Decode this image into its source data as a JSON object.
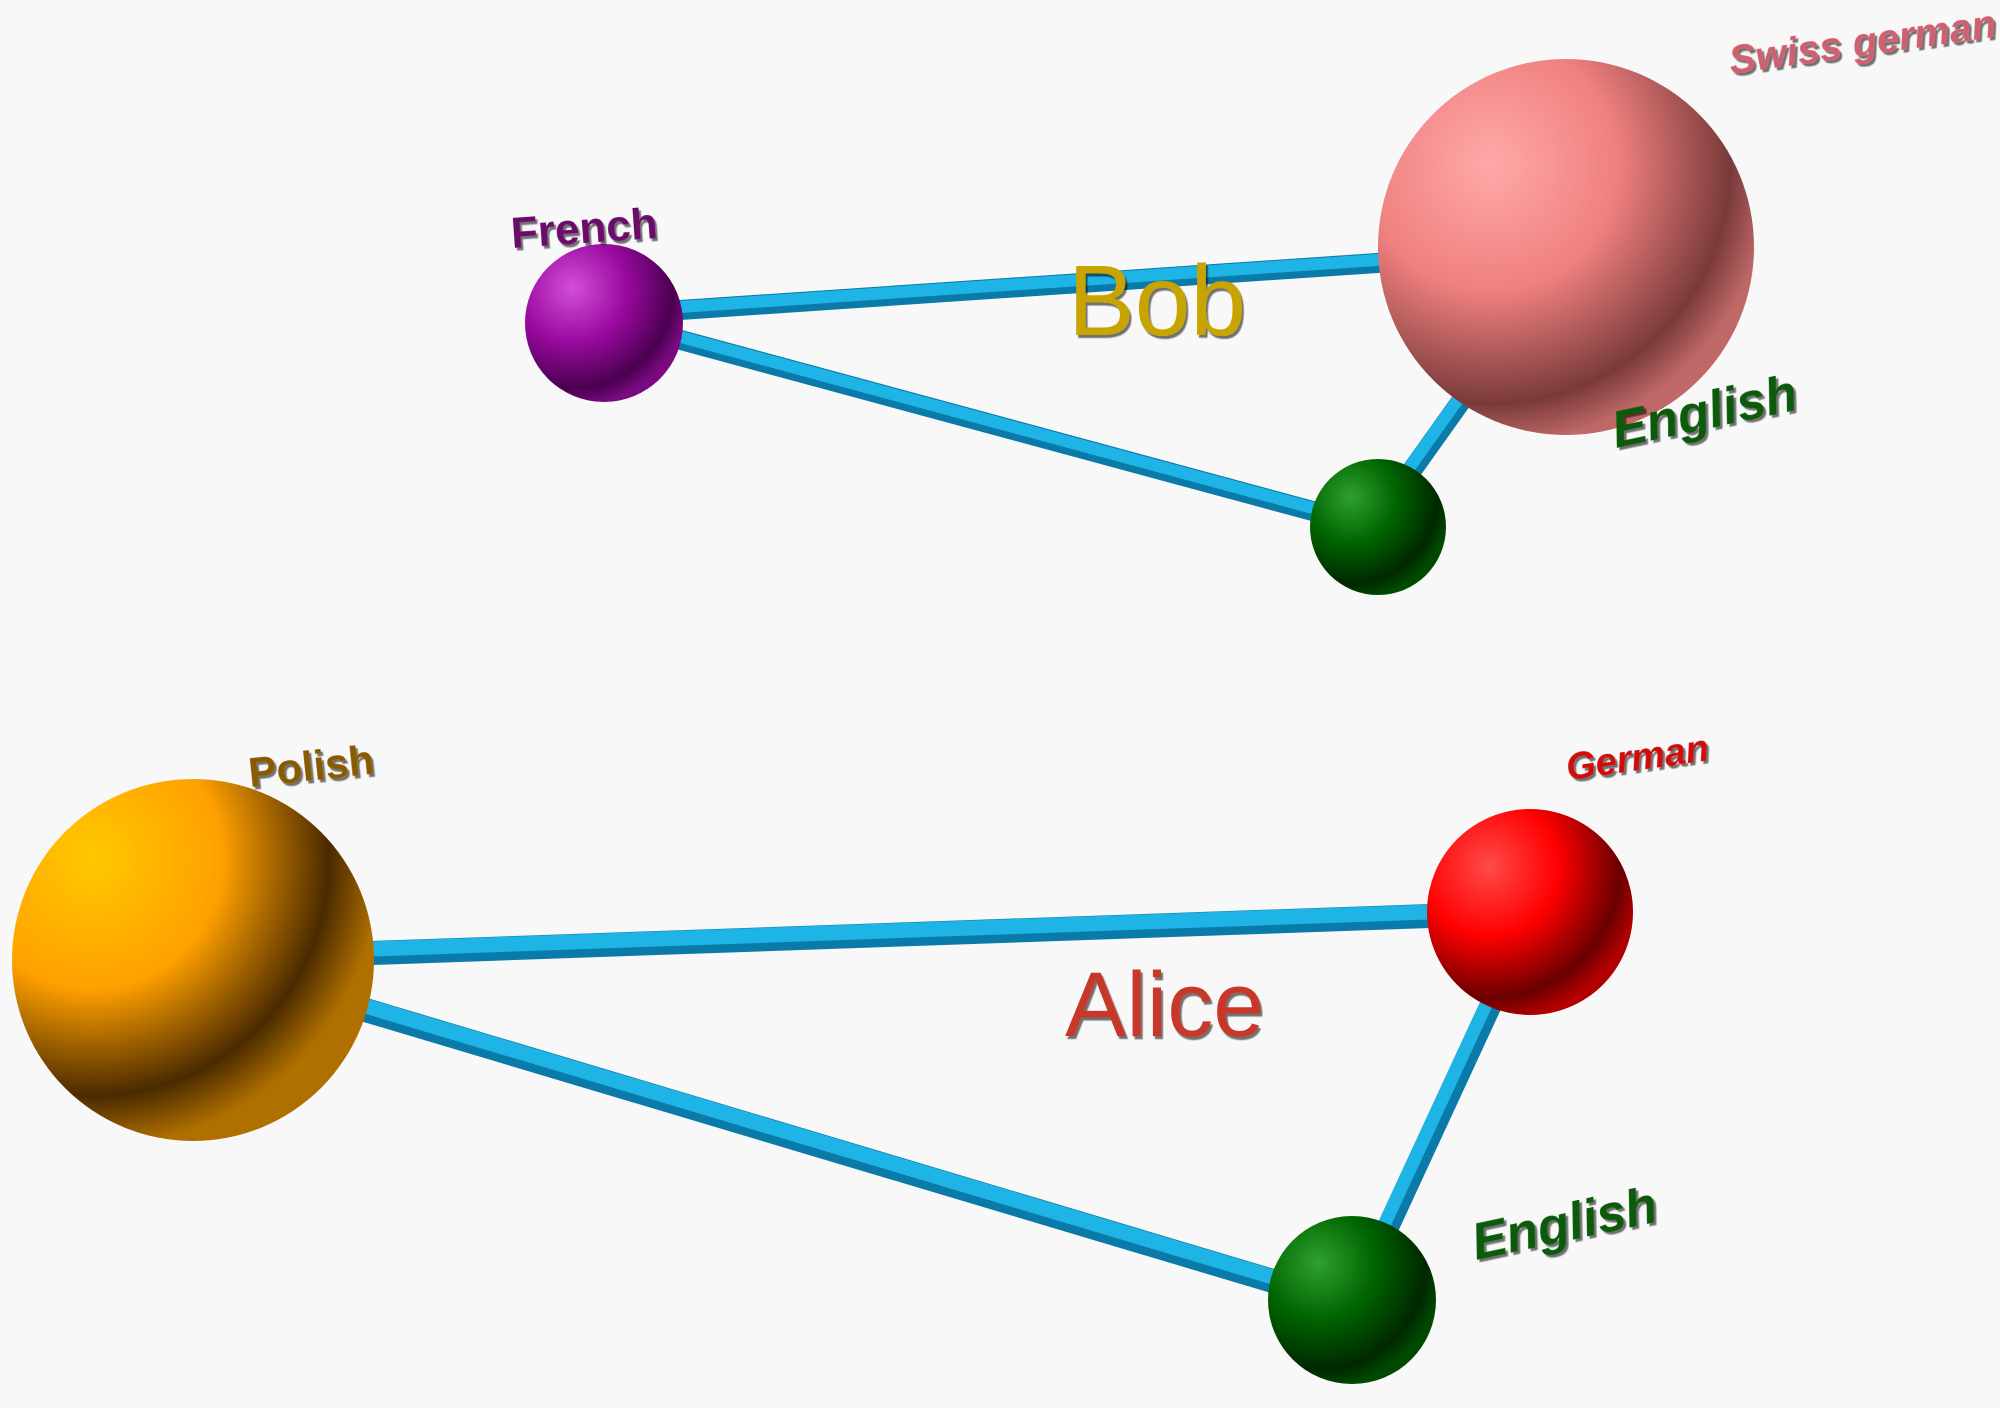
{
  "graphs": [
    {
      "name": "Bob",
      "name_color": "#c8a400",
      "nodes": [
        {
          "id": "french",
          "label": "French",
          "color": "#9b0aa0",
          "label_color": "#6b0a6b"
        },
        {
          "id": "swiss_german",
          "label": "Swiss german",
          "color": "#f08080",
          "label_color": "#c85060"
        },
        {
          "id": "english",
          "label": "English",
          "color": "#006400",
          "label_color": "#0a5a0a"
        }
      ],
      "edges": [
        {
          "from": "french",
          "to": "swiss_german"
        },
        {
          "from": "french",
          "to": "english"
        },
        {
          "from": "swiss_german",
          "to": "english"
        }
      ]
    },
    {
      "name": "Alice",
      "name_color": "#c8382a",
      "nodes": [
        {
          "id": "polish",
          "label": "Polish",
          "color": "#ffa500",
          "label_color": "#8a5a00"
        },
        {
          "id": "german",
          "label": "German",
          "color": "#ff0000",
          "label_color": "#d01010"
        },
        {
          "id": "english",
          "label": "English",
          "color": "#006400",
          "label_color": "#0a5a0a"
        }
      ],
      "edges": [
        {
          "from": "polish",
          "to": "german"
        },
        {
          "from": "polish",
          "to": "english"
        },
        {
          "from": "german",
          "to": "english"
        }
      ]
    }
  ],
  "edge_color": "#1eb4e6"
}
